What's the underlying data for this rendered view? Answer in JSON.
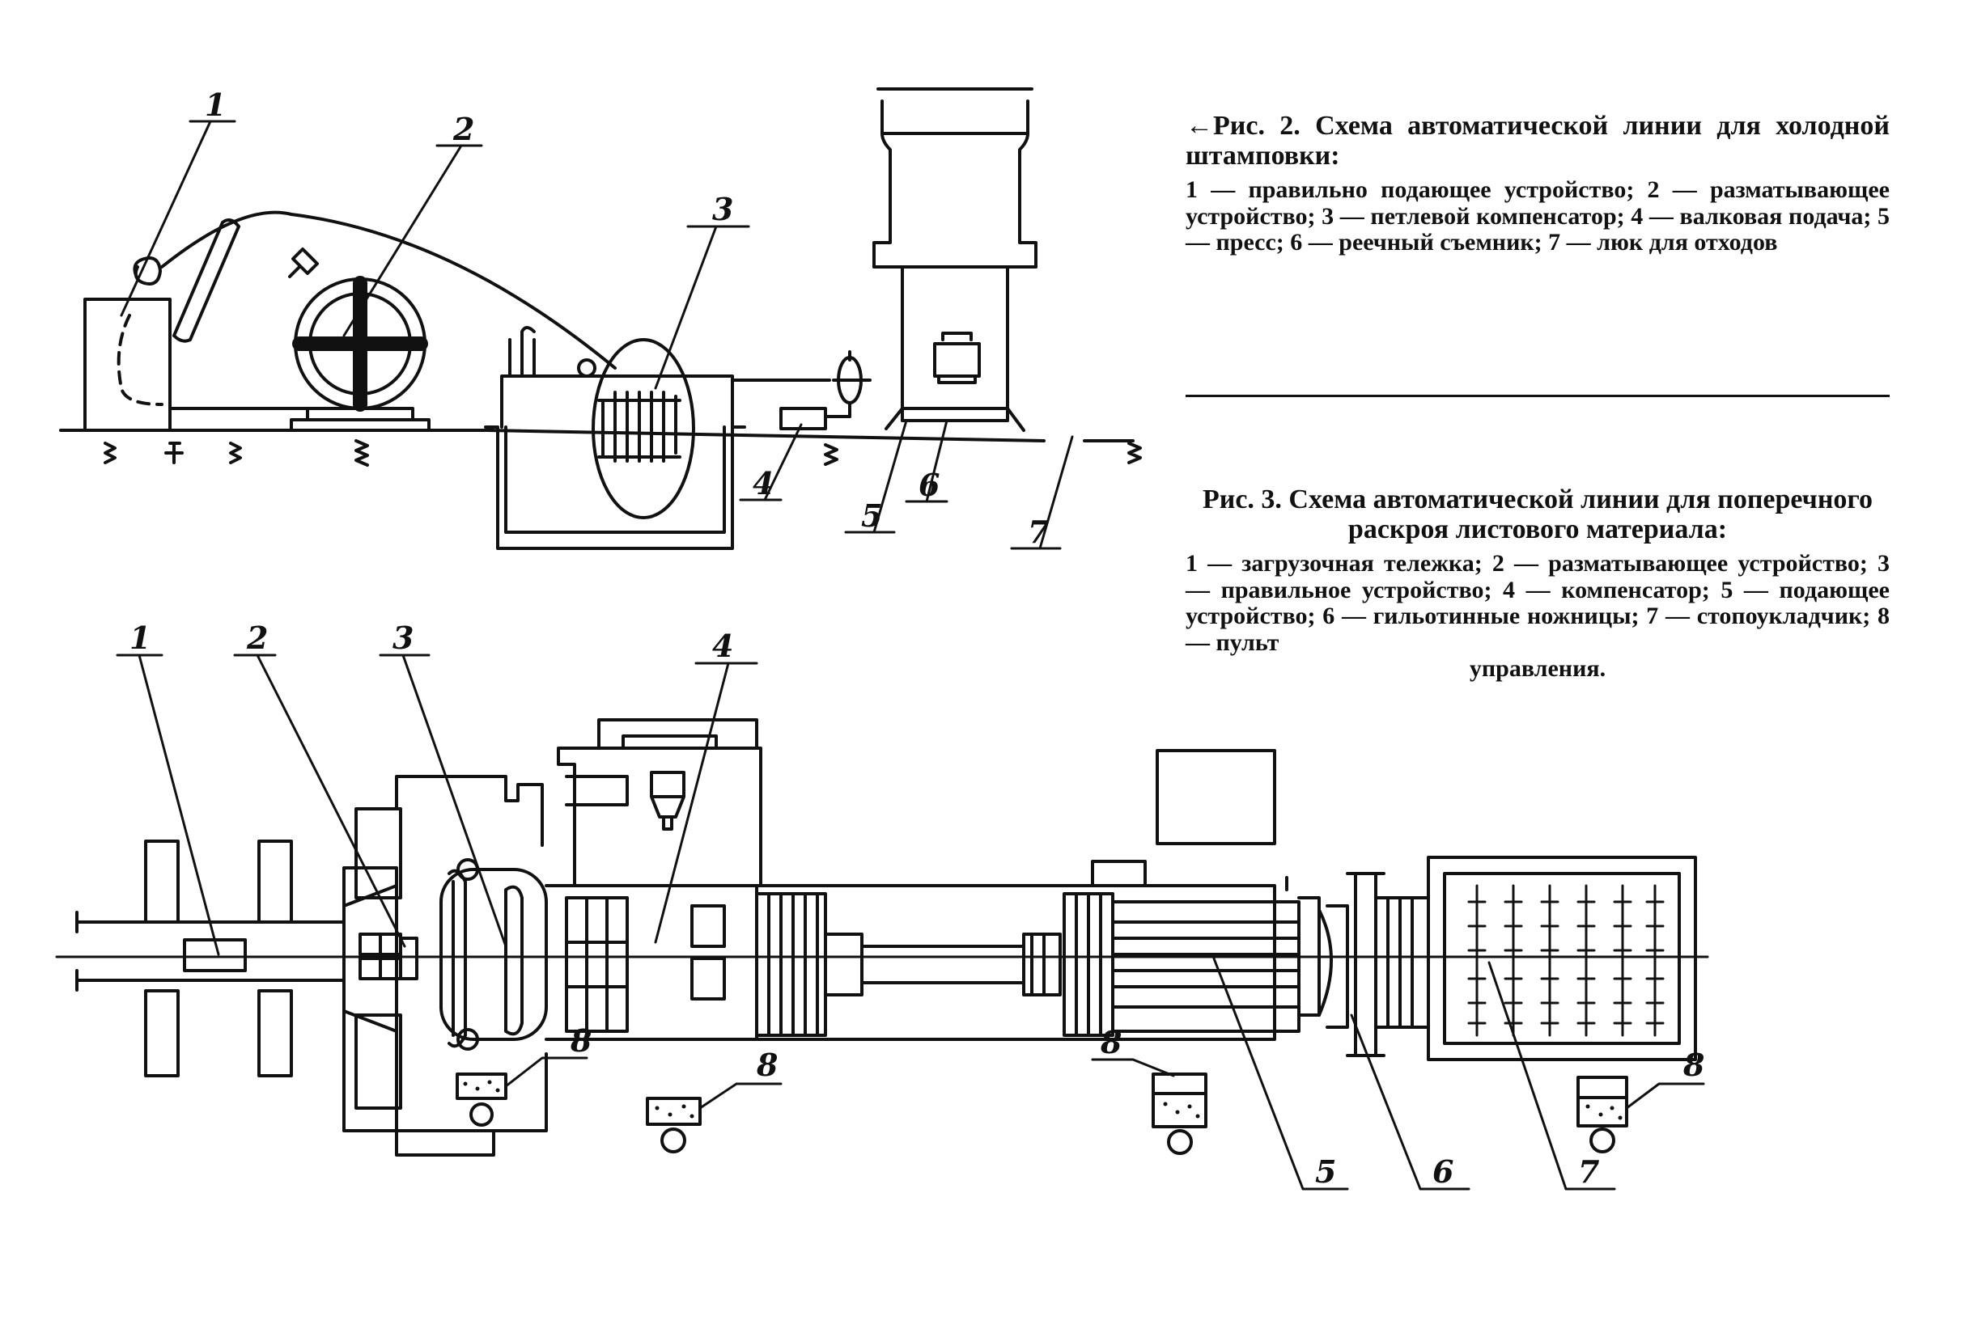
{
  "figure2": {
    "caption_title": "←Рис. 2. Схема автоматической линии для холодной штамповки:",
    "caption_body": "1 — правильно подающее устройство; 2 — разматывающее устройство; 3 — петлевой компенсатор; 4 — валковая подача; 5 — пресс; 6 — реечный съемник; 7 — люк для отходов",
    "labels": [
      "1",
      "2",
      "3",
      "4",
      "5",
      "6",
      "7"
    ]
  },
  "figure3": {
    "caption_title": "Рис. 3. Схема автоматической линии для поперечного раскроя листового материала:",
    "caption_body": "1 — загрузочная тележка; 2 — разматывающее устройство; 3 — правильное устройство; 4 — компенсатор; 5 — подающее устройство; 6 — гильотинные ножницы; 7 — стопоукладчик; 8 — пульт",
    "caption_last": "управления.",
    "labels": [
      "1",
      "2",
      "3",
      "4",
      "5",
      "6",
      "7",
      "8"
    ]
  }
}
